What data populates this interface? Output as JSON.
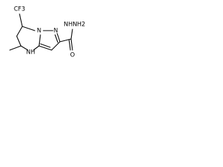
{
  "structure": {
    "labels": {
      "cf3": "CF3",
      "hydrazide": "NHNH2",
      "carbonyl_oxygen": "O",
      "nh": "NH",
      "pyrazole_n_left": "N",
      "pyrazole_n_right": "N"
    }
  }
}
